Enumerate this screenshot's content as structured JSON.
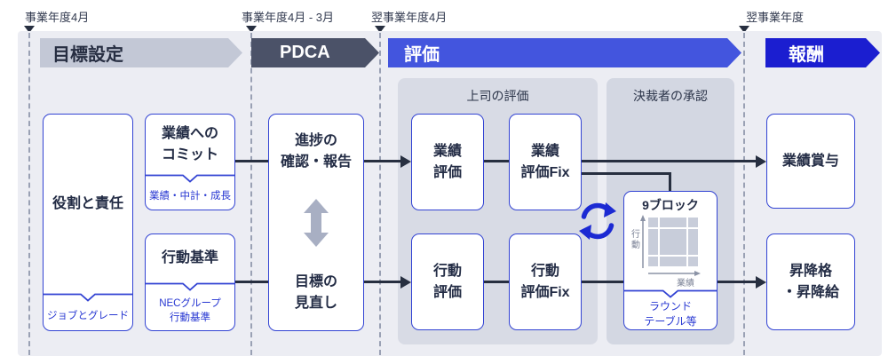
{
  "timeline": [
    {
      "label": "事業年度4月"
    },
    {
      "label": "事業年度4月 - 3月"
    },
    {
      "label": "翌事業年度4月"
    },
    {
      "label": "翌事業年度"
    }
  ],
  "stages": [
    {
      "label": "目標設定"
    },
    {
      "label": "PDCA"
    },
    {
      "label": "評価"
    },
    {
      "label": "報酬"
    }
  ],
  "panels": {
    "supervisor": "上司の評価",
    "approver": "決裁者の承認"
  },
  "boxes": {
    "role": {
      "title": "役割と責任",
      "sub": "ジョブとグレード"
    },
    "commit": {
      "line1": "業績への",
      "line2": "コミット",
      "sub": "業績・中計・成長"
    },
    "conduct": {
      "title": "行動基準",
      "sub1": "NECグループ",
      "sub2": "行動基準"
    },
    "pdca_top": {
      "line1": "進捗の",
      "line2": "確認・報告"
    },
    "pdca_bottom": {
      "line1": "目標の",
      "line2": "見直し"
    },
    "perf_eval": {
      "line1": "業績",
      "line2": "評価"
    },
    "perf_fix": {
      "line1": "業績",
      "line2": "評価Fix"
    },
    "behavior_eval": {
      "line1": "行動",
      "line2": "評価"
    },
    "behavior_fix": {
      "line1": "行動",
      "line2": "評価Fix"
    },
    "nine_block": {
      "title": "9ブロック",
      "axis_y1": "行",
      "axis_y2": "動",
      "axis_x": "業績",
      "sub1": "ラウンド",
      "sub2": "テーブル等"
    },
    "bonus": {
      "title": "業績賞与"
    },
    "promotion": {
      "line1": "昇降格",
      "line2": "・昇降給"
    }
  },
  "colors": {
    "stage_goal": "#c3c8d6",
    "stage_pdca": "#4b5268",
    "stage_eval": "#4355de",
    "stage_reward": "#1b1ed0",
    "node_border": "#3243d3",
    "accent_text": "#2737d2",
    "connector": "#272f40",
    "canvas_bg": "#ecedf3",
    "panel_bg": "#d8dbe5",
    "cycle_icon": "#1c2ad3"
  }
}
